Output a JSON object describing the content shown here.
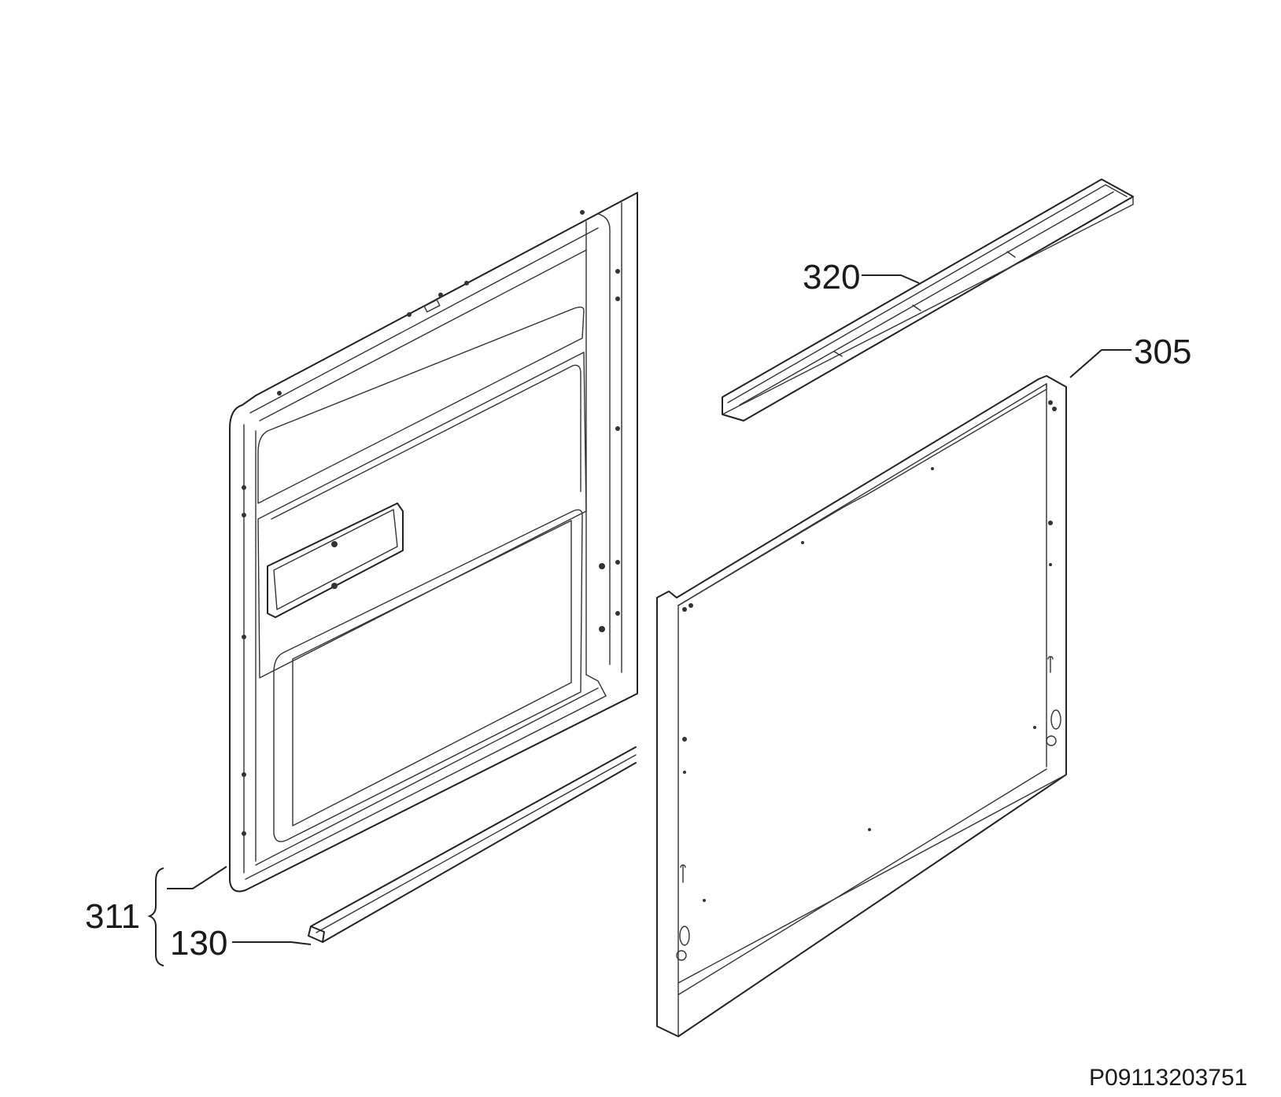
{
  "labels": {
    "part_320": "320",
    "part_305": "305",
    "part_311": "311",
    "part_130": "130"
  },
  "document_code": "P09113203751",
  "colors": {
    "line": "#222222",
    "background": "#ffffff"
  }
}
